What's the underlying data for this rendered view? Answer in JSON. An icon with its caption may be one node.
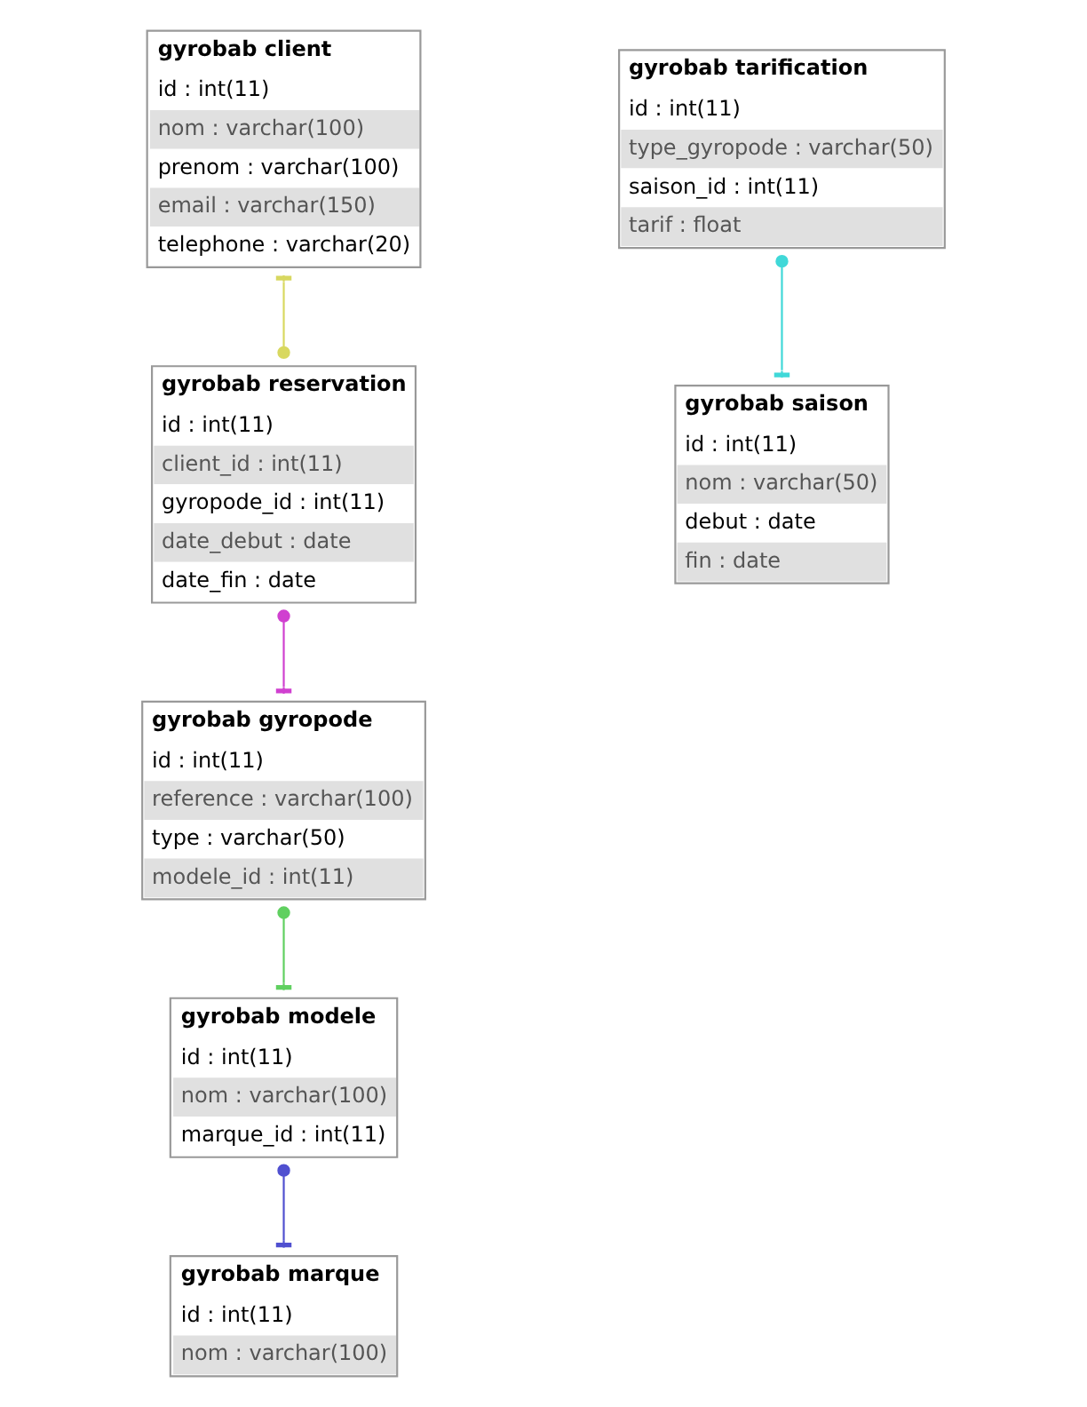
{
  "diagram": {
    "nodes": [
      {
        "text": [
          "gyrobab client",
          "id : int(11)",
          "nom : varchar(100)",
          "prenom : varchar(100)",
          "email : varchar(150)",
          "telephone : varchar(20)"
        ]
      },
      {
        "text": [
          "gyrobab tarification",
          "id : int(11)",
          "type_gyropode : varchar(50)",
          "saison_id : int(11)",
          "tarif : float"
        ]
      },
      {
        "text": [
          "gyrobab reservation",
          "id : int(11)",
          "client_id : int(11)",
          "gyropode_id : int(11)",
          "date_debut : date",
          "date_fin : date"
        ]
      },
      {
        "text": [
          "gyrobab saison",
          "id : int(11)",
          "nom : varchar(50)",
          "debut : date",
          "fin : date"
        ]
      },
      {
        "text": [
          "gyrobab gyropode",
          "id : int(11)",
          "reference : varchar(100)",
          "type : varchar(50)",
          "modele_id : int(11)"
        ]
      },
      {
        "text": [
          "gyrobab modele",
          "id : int(11)",
          "nom : varchar(100)",
          "marque_id : int(11)"
        ]
      },
      {
        "text": [
          "gyrobab marque",
          "id : int(11)",
          "nom : varchar(100)"
        ]
      }
    ],
    "edges": [
      {
        "from": 2,
        "to": 0,
        "arrow": "other",
        "color": "#d8d860"
      },
      {
        "from": 1,
        "to": 3,
        "arrow": "other",
        "color": "#40d8d8"
      },
      {
        "from": 2,
        "to": 4,
        "arrow": "other",
        "color": "#d040d0"
      },
      {
        "from": 4,
        "to": 5,
        "arrow": "other",
        "color": "#60d060"
      },
      {
        "from": 5,
        "to": 6,
        "arrow": "other",
        "color": "#5050d0"
      }
    ]
  }
}
